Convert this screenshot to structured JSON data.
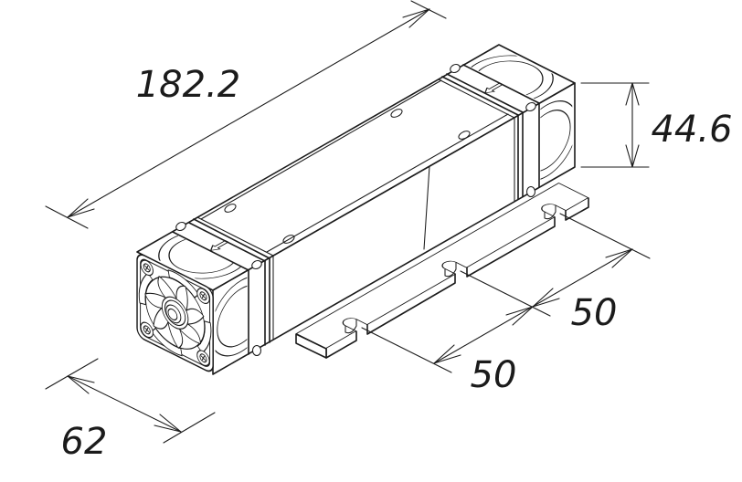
{
  "drawing": {
    "type": "isometric-technical-drawing",
    "subject": "dual-fan rectangular module with mounting feet",
    "line_color": "#1b1b1b",
    "background_color": "#ffffff"
  },
  "dimensions": {
    "length": {
      "label": "182.2"
    },
    "height": {
      "label": "44.6"
    },
    "width": {
      "label": "62"
    },
    "foot_spacing_1": {
      "label": "50"
    },
    "foot_spacing_2": {
      "label": "50"
    }
  }
}
